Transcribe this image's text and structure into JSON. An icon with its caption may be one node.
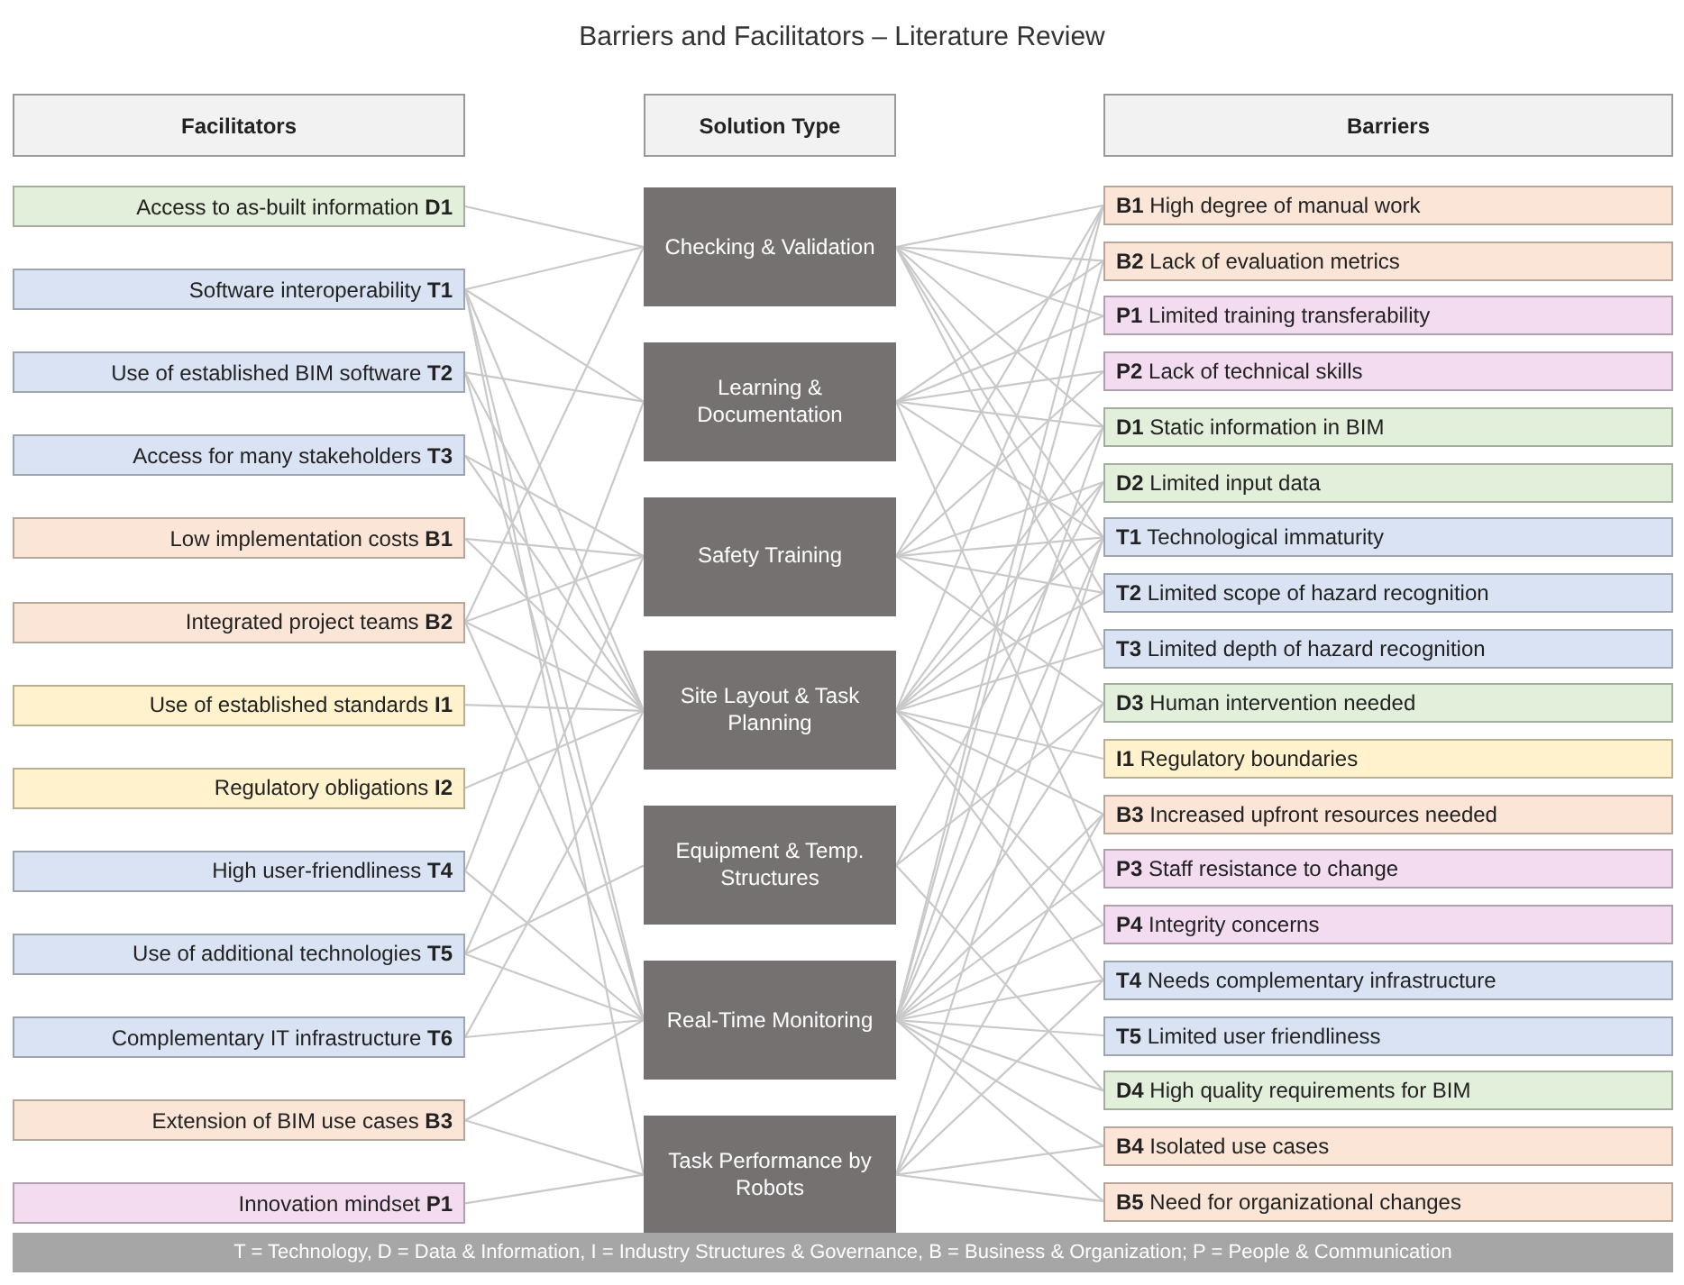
{
  "diagram": {
    "title": "Barriers and Facilitators – Literature Review",
    "nodes": [
      {
        "text": [
          "Facilitators"
        ]
      },
      {
        "text": [
          "Solution Type"
        ]
      },
      {
        "text": [
          "Barriers"
        ]
      },
      {
        "text": [
          "Access to as-built information **D1**"
        ]
      },
      {
        "text": [
          "Software interoperability **T1**"
        ]
      },
      {
        "text": [
          "Use of established BIM software **T2**"
        ]
      },
      {
        "text": [
          "Access for many stakeholders **T3**"
        ]
      },
      {
        "text": [
          "Low implementation costs **B1**"
        ]
      },
      {
        "text": [
          "Integrated project teams **B2**"
        ]
      },
      {
        "text": [
          "Use of established standards **I1**"
        ]
      },
      {
        "text": [
          "Regulatory obligations **I2**"
        ]
      },
      {
        "text": [
          "High user-friendliness **T4**"
        ]
      },
      {
        "text": [
          "Use of additional technologies **T5**"
        ]
      },
      {
        "text": [
          "Complementary IT infrastructure **T6**"
        ]
      },
      {
        "text": [
          "Extension of BIM use cases **B3**"
        ]
      },
      {
        "text": [
          "Innovation mindset **P1**"
        ]
      },
      {
        "text": [
          "Checking & Validation"
        ]
      },
      {
        "text": [
          "Learning & Documentation"
        ]
      },
      {
        "text": [
          "Safety Training"
        ]
      },
      {
        "text": [
          "Site Layout & Task Planning"
        ]
      },
      {
        "text": [
          "Equipment & Temp. Structures"
        ]
      },
      {
        "text": [
          "Real-Time Monitoring"
        ]
      },
      {
        "text": [
          "Task Performance by Robots"
        ]
      },
      {
        "text": [
          "**B1** High degree of manual work"
        ]
      },
      {
        "text": [
          "**B2** Lack of evaluation metrics"
        ]
      },
      {
        "text": [
          "**P1** Limited training transferability"
        ]
      },
      {
        "text": [
          "**P2** Lack of technical skills"
        ]
      },
      {
        "text": [
          "**D1** Static information in BIM"
        ]
      },
      {
        "text": [
          "**D2** Limited input data"
        ]
      },
      {
        "text": [
          "**T1** Technological immaturity"
        ]
      },
      {
        "text": [
          "**T2** Limited scope of hazard recognition"
        ]
      },
      {
        "text": [
          "**T3** Limited depth of hazard recognition"
        ]
      },
      {
        "text": [
          "**D3** Human intervention needed"
        ]
      },
      {
        "text": [
          "**I1** Regulatory boundaries"
        ]
      },
      {
        "text": [
          "**B3** Increased upfront resources needed"
        ]
      },
      {
        "text": [
          "**P3** Staff resistance to change"
        ]
      },
      {
        "text": [
          "**P4** Integrity concerns"
        ]
      },
      {
        "text": [
          "**T4** Needs complementary infrastructure"
        ]
      },
      {
        "text": [
          "**T5** Limited user friendliness"
        ]
      },
      {
        "text": [
          "**D4** High quality requirements for BIM"
        ]
      },
      {
        "text": [
          "**B4** Isolated use cases"
        ]
      },
      {
        "text": [
          "**B5** Need for organizational changes"
        ]
      }
    ],
    "edges": [
      {
        "from": 3,
        "to": 16,
        "arrow": "none"
      },
      {
        "from": 4,
        "to": 16,
        "arrow": "none"
      },
      {
        "from": 4,
        "to": 17,
        "arrow": "none"
      },
      {
        "from": 4,
        "to": 19,
        "arrow": "none"
      },
      {
        "from": 4,
        "to": 21,
        "arrow": "none"
      },
      {
        "from": 4,
        "to": 22,
        "arrow": "none"
      },
      {
        "from": 5,
        "to": 17,
        "arrow": "none"
      },
      {
        "from": 5,
        "to": 19,
        "arrow": "none"
      },
      {
        "from": 5,
        "to": 21,
        "arrow": "none"
      },
      {
        "from": 6,
        "to": 18,
        "arrow": "none"
      },
      {
        "from": 6,
        "to": 19,
        "arrow": "none"
      },
      {
        "from": 7,
        "to": 18,
        "arrow": "none"
      },
      {
        "from": 7,
        "to": 19,
        "arrow": "none"
      },
      {
        "from": 8,
        "to": 16,
        "arrow": "none"
      },
      {
        "from": 8,
        "to": 18,
        "arrow": "none"
      },
      {
        "from": 8,
        "to": 19,
        "arrow": "none"
      },
      {
        "from": 8,
        "to": 21,
        "arrow": "none"
      },
      {
        "from": 9,
        "to": 19,
        "arrow": "none"
      },
      {
        "from": 10,
        "to": 19,
        "arrow": "none"
      },
      {
        "from": 11,
        "to": 17,
        "arrow": "none"
      },
      {
        "from": 11,
        "to": 21,
        "arrow": "none"
      },
      {
        "from": 12,
        "to": 18,
        "arrow": "none"
      },
      {
        "from": 12,
        "to": 20,
        "arrow": "none"
      },
      {
        "from": 12,
        "to": 21,
        "arrow": "none"
      },
      {
        "from": 13,
        "to": 19,
        "arrow": "none"
      },
      {
        "from": 13,
        "to": 21,
        "arrow": "none"
      },
      {
        "from": 14,
        "to": 21,
        "arrow": "none"
      },
      {
        "from": 14,
        "to": 22,
        "arrow": "none"
      },
      {
        "from": 15,
        "to": 22,
        "arrow": "none"
      },
      {
        "from": 16,
        "to": 23,
        "arrow": "none"
      },
      {
        "from": 16,
        "to": 24,
        "arrow": "none"
      },
      {
        "from": 16,
        "to": 25,
        "arrow": "none"
      },
      {
        "from": 16,
        "to": 27,
        "arrow": "none"
      },
      {
        "from": 16,
        "to": 29,
        "arrow": "none"
      },
      {
        "from": 16,
        "to": 30,
        "arrow": "none"
      },
      {
        "from": 16,
        "to": 31,
        "arrow": "none"
      },
      {
        "from": 17,
        "to": 24,
        "arrow": "none"
      },
      {
        "from": 17,
        "to": 25,
        "arrow": "none"
      },
      {
        "from": 17,
        "to": 26,
        "arrow": "none"
      },
      {
        "from": 17,
        "to": 27,
        "arrow": "none"
      },
      {
        "from": 17,
        "to": 29,
        "arrow": "none"
      },
      {
        "from": 17,
        "to": 35,
        "arrow": "none"
      },
      {
        "from": 18,
        "to": 23,
        "arrow": "none"
      },
      {
        "from": 18,
        "to": 26,
        "arrow": "none"
      },
      {
        "from": 18,
        "to": 28,
        "arrow": "none"
      },
      {
        "from": 18,
        "to": 29,
        "arrow": "none"
      },
      {
        "from": 18,
        "to": 30,
        "arrow": "none"
      },
      {
        "from": 18,
        "to": 32,
        "arrow": "none"
      },
      {
        "from": 19,
        "to": 23,
        "arrow": "none"
      },
      {
        "from": 19,
        "to": 27,
        "arrow": "none"
      },
      {
        "from": 19,
        "to": 28,
        "arrow": "none"
      },
      {
        "from": 19,
        "to": 29,
        "arrow": "none"
      },
      {
        "from": 19,
        "to": 30,
        "arrow": "none"
      },
      {
        "from": 19,
        "to": 31,
        "arrow": "none"
      },
      {
        "from": 19,
        "to": 33,
        "arrow": "none"
      },
      {
        "from": 19,
        "to": 34,
        "arrow": "none"
      },
      {
        "from": 19,
        "to": 36,
        "arrow": "none"
      },
      {
        "from": 19,
        "to": 37,
        "arrow": "none"
      },
      {
        "from": 20,
        "to": 28,
        "arrow": "none"
      },
      {
        "from": 20,
        "to": 32,
        "arrow": "none"
      },
      {
        "from": 20,
        "to": 39,
        "arrow": "none"
      },
      {
        "from": 21,
        "to": 23,
        "arrow": "none"
      },
      {
        "from": 21,
        "to": 24,
        "arrow": "none"
      },
      {
        "from": 21,
        "to": 27,
        "arrow": "none"
      },
      {
        "from": 21,
        "to": 29,
        "arrow": "none"
      },
      {
        "from": 21,
        "to": 32,
        "arrow": "none"
      },
      {
        "from": 21,
        "to": 34,
        "arrow": "none"
      },
      {
        "from": 21,
        "to": 35,
        "arrow": "none"
      },
      {
        "from": 21,
        "to": 36,
        "arrow": "none"
      },
      {
        "from": 21,
        "to": 37,
        "arrow": "none"
      },
      {
        "from": 21,
        "to": 38,
        "arrow": "none"
      },
      {
        "from": 21,
        "to": 39,
        "arrow": "none"
      },
      {
        "from": 21,
        "to": 40,
        "arrow": "none"
      },
      {
        "from": 22,
        "to": 29,
        "arrow": "none"
      },
      {
        "from": 22,
        "to": 34,
        "arrow": "none"
      },
      {
        "from": 22,
        "to": 37,
        "arrow": "none"
      },
      {
        "from": 22,
        "to": 40,
        "arrow": "none"
      },
      {
        "from": 21,
        "to": 41,
        "arrow": "none"
      },
      {
        "from": 22,
        "to": 41,
        "arrow": "none"
      }
    ],
    "labels": [
      "T = Technology, D = Data & Information, I = Industry Structures & Governance, B = Business & Organization; P = People & Communication"
    ]
  }
}
